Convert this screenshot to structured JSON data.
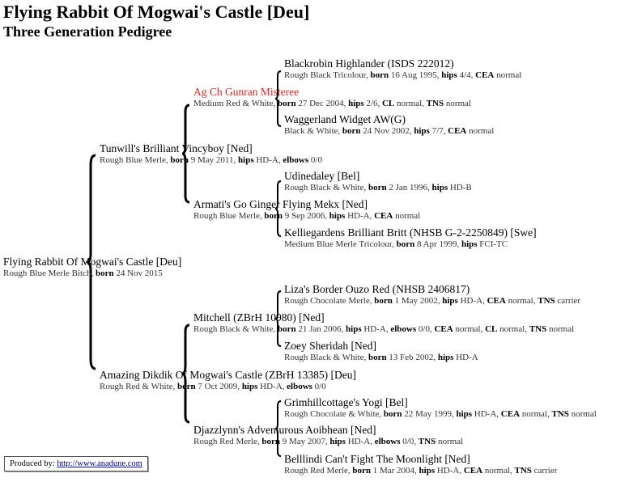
{
  "page": {
    "title": "Flying Rabbit Of Mogwai's Castle [Deu]",
    "subtitle": "Three Generation Pedigree"
  },
  "pedigree": {
    "subject": {
      "name": "Flying Rabbit Of Mogwai's Castle [Deu]",
      "info": [
        {
          "t": "Rough Blue Merle Bitch, "
        },
        {
          "b": "born"
        },
        {
          "t": " 24 Nov 2015"
        }
      ]
    },
    "sire": {
      "name": "Tunwill's Brilliant Vincyboy [Ned]",
      "info": [
        {
          "t": "Rough Blue Merle, "
        },
        {
          "b": "born"
        },
        {
          "t": " 9 May 2011, "
        },
        {
          "b": "hips"
        },
        {
          "t": " HD-A, "
        },
        {
          "b": "elbows"
        },
        {
          "t": " 0/0"
        }
      ]
    },
    "dam": {
      "name": "Amazing Dikdik Of Mogwai's Castle (ZBrH 13385) [Deu]",
      "info": [
        {
          "t": "Rough Red & White, "
        },
        {
          "b": "born"
        },
        {
          "t": " 7 Oct 2009, "
        },
        {
          "b": "hips"
        },
        {
          "t": " HD-A, "
        },
        {
          "b": "elbows"
        },
        {
          "t": " 0/0"
        }
      ]
    },
    "sire_sire": {
      "name": "Ag Ch Gunran Misteree",
      "info": [
        {
          "t": "Medium Red & White, "
        },
        {
          "b": "born"
        },
        {
          "t": " 27 Dec 2004, "
        },
        {
          "b": "hips"
        },
        {
          "t": " 2/6, "
        },
        {
          "b": "CL"
        },
        {
          "t": " normal, "
        },
        {
          "b": "TNS"
        },
        {
          "t": " normal"
        }
      ]
    },
    "sire_dam": {
      "name": "Armati's Go Ginger Flying Mekx [Ned]",
      "info": [
        {
          "t": "Rough Blue Merle, "
        },
        {
          "b": "born"
        },
        {
          "t": " 9 Sep 2006, "
        },
        {
          "b": "hips"
        },
        {
          "t": " HD-A, "
        },
        {
          "b": "CEA"
        },
        {
          "t": " normal"
        }
      ]
    },
    "dam_sire": {
      "name": "Mitchell (ZBrH 10980) [Ned]",
      "info": [
        {
          "t": "Rough Black & White, "
        },
        {
          "b": "born"
        },
        {
          "t": " 21 Jan 2006, "
        },
        {
          "b": "hips"
        },
        {
          "t": " HD-A, "
        },
        {
          "b": "elbows"
        },
        {
          "t": " 0/0, "
        },
        {
          "b": "CEA"
        },
        {
          "t": " normal, "
        },
        {
          "b": "CL"
        },
        {
          "t": " normal, "
        },
        {
          "b": "TNS"
        },
        {
          "t": " normal"
        }
      ]
    },
    "dam_dam": {
      "name": "Djazzlynn's Adventurous Aoibhean [Ned]",
      "info": [
        {
          "t": "Rough Red Merle, "
        },
        {
          "b": "born"
        },
        {
          "t": " 9 May 2007, "
        },
        {
          "b": "hips"
        },
        {
          "t": " HD-A, "
        },
        {
          "b": "elbows"
        },
        {
          "t": " 0/0, "
        },
        {
          "b": "TNS"
        },
        {
          "t": " normal"
        }
      ]
    },
    "ss_sire": {
      "name": "Blackrobin Highlander (ISDS 222012)",
      "info": [
        {
          "t": "Rough Black Tricolour, "
        },
        {
          "b": "born"
        },
        {
          "t": " 16 Aug 1995, "
        },
        {
          "b": "hips"
        },
        {
          "t": " 4/4, "
        },
        {
          "b": "CEA"
        },
        {
          "t": " normal"
        }
      ]
    },
    "ss_dam": {
      "name": "Waggerland Widget AW(G)",
      "info": [
        {
          "t": "Black & White, "
        },
        {
          "b": "born"
        },
        {
          "t": " 24 Nov 2002, "
        },
        {
          "b": "hips"
        },
        {
          "t": " 7/7, "
        },
        {
          "b": "CEA"
        },
        {
          "t": " normal"
        }
      ]
    },
    "sd_sire": {
      "name": "Udinedaley [Bel]",
      "info": [
        {
          "t": "Rough Black & White, "
        },
        {
          "b": "born"
        },
        {
          "t": " 2 Jan 1996, "
        },
        {
          "b": "hips"
        },
        {
          "t": " HD-B"
        }
      ]
    },
    "sd_dam": {
      "name": "Kelliegardens Brilliant Britt (NHSB G-2-2250849) [Swe]",
      "info": [
        {
          "t": "Medium Blue Merle Tricolour, "
        },
        {
          "b": "born"
        },
        {
          "t": " 8 Apr 1999, "
        },
        {
          "b": "hips"
        },
        {
          "t": " FCI-TC"
        }
      ]
    },
    "ds_sire": {
      "name": "Liza's Border Ouzo Red (NHSB 2406817)",
      "info": [
        {
          "t": "Rough Chocolate Merle, "
        },
        {
          "b": "born"
        },
        {
          "t": " 1 May 2002, "
        },
        {
          "b": "hips"
        },
        {
          "t": " HD-A, "
        },
        {
          "b": "CEA"
        },
        {
          "t": " normal, "
        },
        {
          "b": "TNS"
        },
        {
          "t": " carrier"
        }
      ]
    },
    "ds_dam": {
      "name": "Zoey Sheridah [Ned]",
      "info": [
        {
          "t": "Rough Black & White, "
        },
        {
          "b": "born"
        },
        {
          "t": " 13 Feb 2002, "
        },
        {
          "b": "hips"
        },
        {
          "t": " HD-A"
        }
      ]
    },
    "dd_sire": {
      "name": "Grimhillcottage's Yogi [Bel]",
      "info": [
        {
          "t": "Rough Chocolate & White, "
        },
        {
          "b": "born"
        },
        {
          "t": " 22 May 1999, "
        },
        {
          "b": "hips"
        },
        {
          "t": " HD-A, "
        },
        {
          "b": "CEA"
        },
        {
          "t": " normal, "
        },
        {
          "b": "TNS"
        },
        {
          "t": " normal"
        }
      ]
    },
    "dd_dam": {
      "name": "Belllindi Can't Fight The Moonlight [Ned]",
      "info": [
        {
          "t": "Rough Red Merle, "
        },
        {
          "b": "born"
        },
        {
          "t": " 1 Mar 2004, "
        },
        {
          "b": "hips"
        },
        {
          "t": " HD-A, "
        },
        {
          "b": "CEA"
        },
        {
          "t": " normal, "
        },
        {
          "b": "TNS"
        },
        {
          "t": " carrier"
        }
      ]
    }
  },
  "footer": {
    "label": "Produced by:",
    "link_text": "http://www.anadune.com"
  },
  "colors": {
    "highlight_name": "#d2282e",
    "link": "#000080",
    "info_text": "#333333"
  }
}
